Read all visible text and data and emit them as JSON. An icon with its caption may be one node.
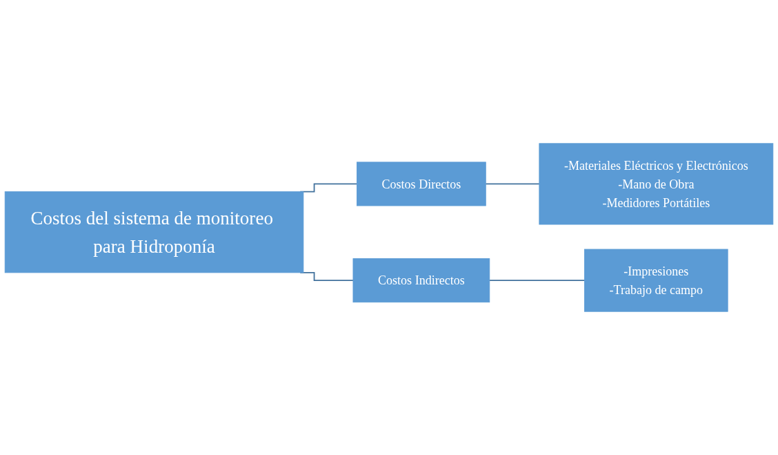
{
  "diagram": {
    "nodes": [
      {
        "text": [
          "Costos del sistema de monitoreo para Hidroponía"
        ]
      },
      {
        "text": [
          "Costos Directos"
        ]
      },
      {
        "text": [
          "Costos Indirectos"
        ]
      },
      {
        "text": [
          "-Materiales Eléctricos y Electrónicos",
          "-Mano de Obra",
          "-Medidores Portátiles"
        ]
      },
      {
        "text": [
          "-Impresiones",
          "-Trabajo de campo"
        ]
      }
    ],
    "edges": [
      {
        "from": 0,
        "to": 1,
        "arrow": "none"
      },
      {
        "from": 0,
        "to": 2,
        "arrow": "none"
      },
      {
        "from": 1,
        "to": 3,
        "arrow": "none"
      },
      {
        "from": 2,
        "to": 4,
        "arrow": "none"
      }
    ]
  }
}
